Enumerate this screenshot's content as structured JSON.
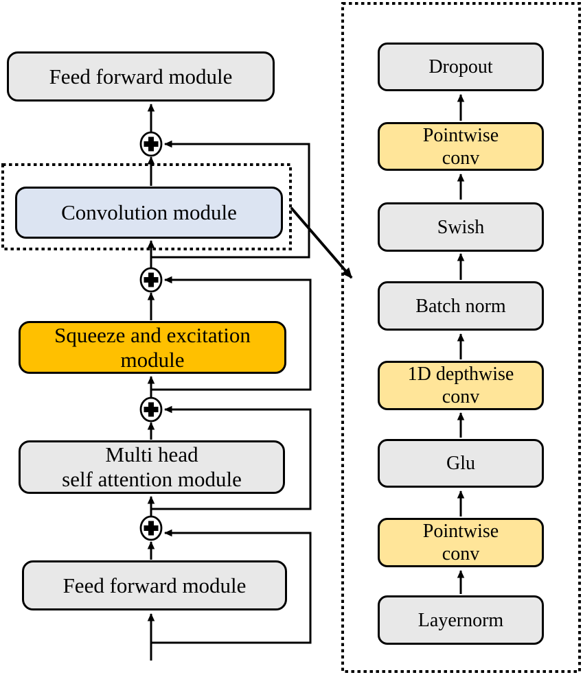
{
  "figure": {
    "description_semantic": "conformer-block-architecture-diagram"
  },
  "palette": {
    "module_gray": "#E8E8E8",
    "module_blue": "#DCE4F2",
    "module_orange": "#FFC000",
    "module_yellow": "#FFE599",
    "line_black": "#000000",
    "background": "#FFFFFF"
  },
  "left_column": {
    "modules": [
      {
        "name": "feed-forward-top",
        "lines": [
          "Feed forward module"
        ]
      },
      {
        "name": "convolution",
        "lines": [
          "Convolution module"
        ]
      },
      {
        "name": "squeeze-excitation",
        "lines": [
          "Squeeze and excitation",
          "module"
        ]
      },
      {
        "name": "multi-head-self-attention",
        "lines": [
          "Multi head",
          "self attention module"
        ]
      },
      {
        "name": "feed-forward-bottom",
        "lines": [
          "Feed forward module"
        ]
      }
    ],
    "add_junction_symbol": "+",
    "add_junction_count": 4
  },
  "right_column": {
    "modules": [
      {
        "name": "dropout",
        "lines": [
          "Dropout"
        ]
      },
      {
        "name": "pointwise-conv-top",
        "lines": [
          "Pointwise",
          "conv"
        ]
      },
      {
        "name": "swish",
        "lines": [
          "Swish"
        ]
      },
      {
        "name": "batch-norm",
        "lines": [
          "Batch norm"
        ]
      },
      {
        "name": "depthwise-conv",
        "lines": [
          "1D depthwise",
          "conv"
        ]
      },
      {
        "name": "glu",
        "lines": [
          "Glu"
        ]
      },
      {
        "name": "pointwise-conv-bottom",
        "lines": [
          "Pointwise",
          "conv"
        ]
      },
      {
        "name": "layernorm",
        "lines": [
          "Layernorm"
        ]
      }
    ]
  }
}
